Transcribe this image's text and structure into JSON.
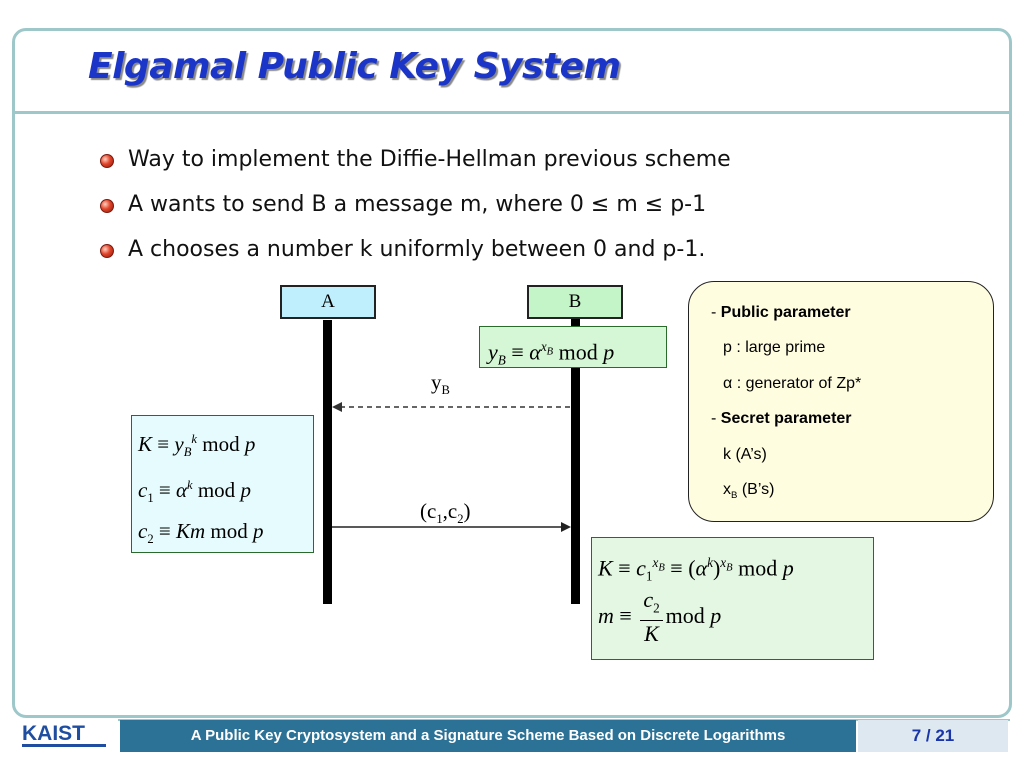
{
  "slide": {
    "title": "Elgamal Public Key System",
    "bullets": [
      "Way to implement the Diffie-Hellman previous scheme",
      "A wants to send B a message m, where 0 ≤ m ≤ p-1",
      "A chooses a number k uniformly between 0 and p-1."
    ]
  },
  "diagram": {
    "party_a": "A",
    "party_b": "B",
    "msg_yb": {
      "base": "y",
      "sub": "B"
    },
    "msg_c": {
      "open": "(c",
      "sub1": "1",
      "comma": ",c",
      "sub2": "2",
      "close": ")"
    }
  },
  "params": {
    "public_header": "Public parameter",
    "p_line": "p : large prime",
    "alpha_line": "α : generator of Zp*",
    "secret_header": "Secret parameter",
    "k_line": "k (A’s)",
    "xb_base": "x",
    "xb_sub": "B",
    "xb_suffix": " (B’s)",
    "dash": "- "
  },
  "footer": {
    "logo_text": "KAIST",
    "text": "A Public Key Cryptosystem and a Signature Scheme Based on Discrete Logarithms",
    "page": "7 / 21"
  },
  "colors": {
    "title": "#1a35c8",
    "frame": "#9ec7c9",
    "footer_bar": "#2c7296",
    "party_a_fill": "#bfeefc",
    "party_b_fill": "#c3f5c8",
    "param_fill": "#fffde0",
    "logo": "#1f4ea0"
  }
}
